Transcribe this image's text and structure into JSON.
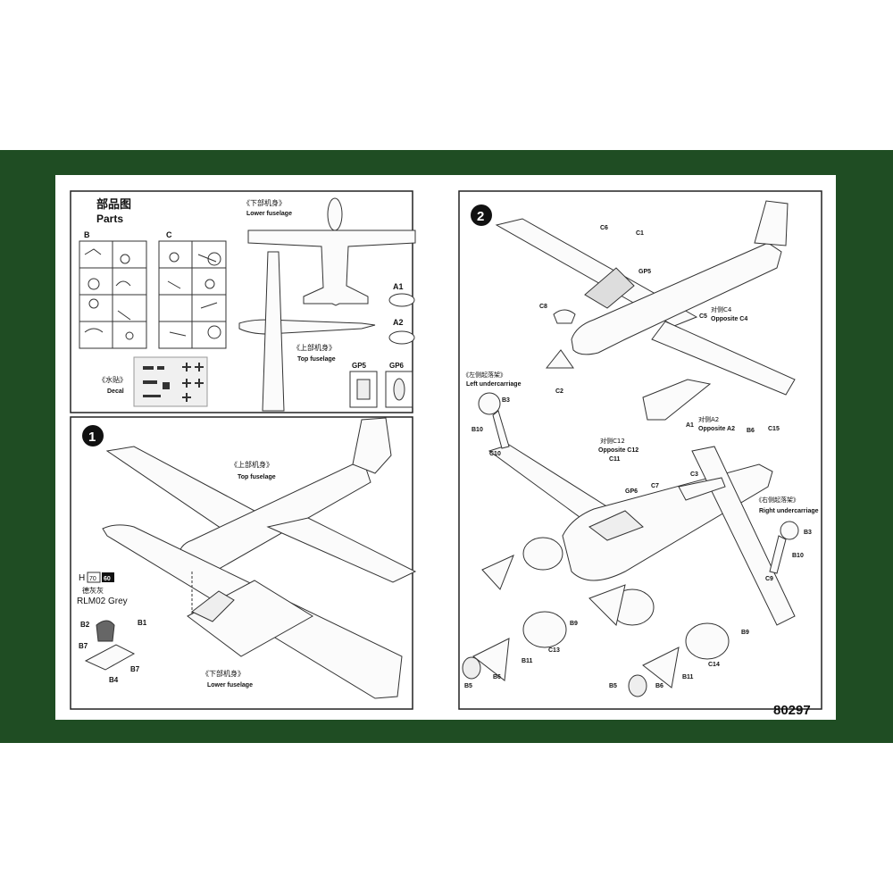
{
  "parts_panel": {
    "title_cn": "部品图",
    "title_en": "Parts",
    "sprue_b": "B",
    "sprue_c": "C",
    "lower_fuselage_cn": "《下部机身》",
    "lower_fuselage_en": "Lower fuselage",
    "top_fuselage_cn": "《上部机身》",
    "top_fuselage_en": "Top fuselage",
    "decal_cn": "《水贴》",
    "decal_en": "Decal",
    "part_a1": "A1",
    "part_a2": "A2",
    "part_gp5": "GP5",
    "part_gp6": "GP6"
  },
  "step1": {
    "number": "1",
    "top_fuselage_cn": "《上部机身》",
    "top_fuselage_en": "Top fuselage",
    "lower_fuselage_cn": "《下部机身》",
    "lower_fuselage_en": "Lower fuselage",
    "paint_h": "H",
    "paint_code_a": "70",
    "paint_code_b": "60",
    "paint_cn": "德灰灰",
    "paint_name": "RLM02 Grey",
    "parts": [
      "B2",
      "B1",
      "B7",
      "B7",
      "B4"
    ]
  },
  "step2": {
    "number": "2",
    "callouts": {
      "c6": "C6",
      "c1": "C1",
      "gp5": "GP5",
      "c8": "C8",
      "c5": "C5",
      "opp_c4_cn": "对侧C4",
      "opp_c4_en": "Opposite C4",
      "c2": "C2",
      "a1": "A1",
      "opp_a2_cn": "对侧A2",
      "opp_a2_en": "Opposite A2",
      "left_uc_cn": "《左侧起落架》",
      "left_uc_en": "Left undercarriage",
      "b3_l": "B3",
      "b10_l": "B10",
      "c10": "C10",
      "opp_c12_cn": "对侧C12",
      "opp_c12_en": "Opposite C12",
      "c11": "C11",
      "gp6": "GP6",
      "c7": "C7",
      "c3": "C3",
      "b6_t": "B6",
      "c15": "C15",
      "right_uc_cn": "《右侧起落架》",
      "right_uc_en": "Right undercarriage",
      "b3_r": "B3",
      "b10_r": "B10",
      "c9_r": "C9",
      "b9_l": "B9",
      "c13": "C13",
      "b11_l": "B11",
      "b5_l": "B5",
      "b6_l": "B6",
      "b9_r": "B9",
      "c14": "C14",
      "b11_r": "B11",
      "b5_r": "B5",
      "b6_r": "B6"
    }
  },
  "product_code": "80297"
}
